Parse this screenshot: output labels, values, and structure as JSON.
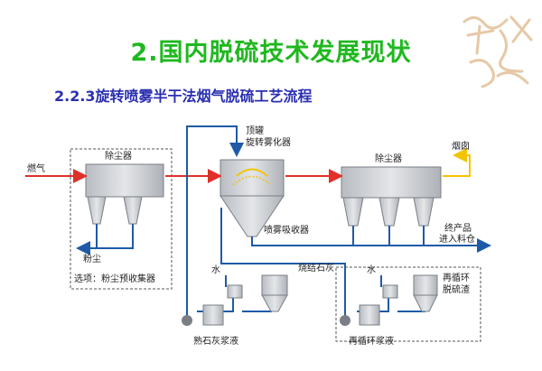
{
  "header": {
    "title": "2.国内脱硫技术发展现状",
    "subtitle": "2.2.3旋转喷雾半干法烟气脱硫工艺流程"
  },
  "diagram": {
    "labels": {
      "flue_gas": "燃气",
      "dust_collector_1": "除尘器",
      "dust": "粉尘",
      "option": "选项：粉尘预收集器",
      "top_tank": "顶罐",
      "rotary_atomizer": "旋转雾化器",
      "spray_absorber": "喷雾吸收器",
      "dust_collector_2": "除尘器",
      "chimney": "烟囱",
      "final_product": "终产品",
      "into_silo": "进入料仓",
      "water_1": "水",
      "burnt_lime": "烧结石灰",
      "slaked_lime_slurry": "熟石灰浆液",
      "water_2": "水",
      "recycle_desulf_residue_1": "再循环",
      "recycle_desulf_residue_2": "脱硫渣",
      "recycle_slurry": "再循环浆液"
    },
    "colors": {
      "gas_flow": "#e0302a",
      "slurry_flow": "#1e5aa8",
      "equipment_fill": "#d3d6da",
      "equipment_stroke": "#7a7f86",
      "clean_gas": "#f3c400"
    }
  }
}
